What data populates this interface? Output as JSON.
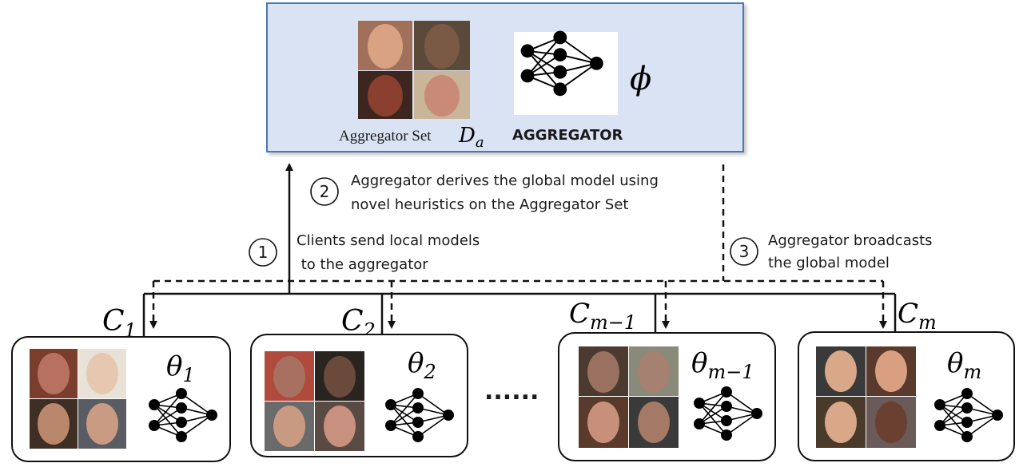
{
  "aggregator": {
    "set_label": "Aggregator Set",
    "set_symbol": "D",
    "set_symbol_sub": "a",
    "title": "AGGREGATOR",
    "model_symbol": "ϕ",
    "box_fill": "#dae3f3",
    "box_border": "#4a78b8"
  },
  "steps": [
    {
      "number": "1",
      "lines": [
        "Clients send local models",
        " to the aggregator"
      ]
    },
    {
      "number": "2",
      "lines": [
        "Aggregator derives the global model using",
        "novel heuristics on the Aggregator Set"
      ]
    },
    {
      "number": "3",
      "lines": [
        "Aggregator broadcasts",
        "the global model"
      ]
    }
  ],
  "clients": [
    {
      "label": "C",
      "sub": "1",
      "model": "θ",
      "model_sub": "1"
    },
    {
      "label": "C",
      "sub": "2",
      "model": "θ",
      "model_sub": "2"
    },
    {
      "label": "C",
      "sub": "m−1",
      "model": "θ",
      "model_sub": "m−1"
    },
    {
      "label": "C",
      "sub": "m",
      "model": "θ",
      "model_sub": "m"
    }
  ],
  "ellipsis": "......"
}
